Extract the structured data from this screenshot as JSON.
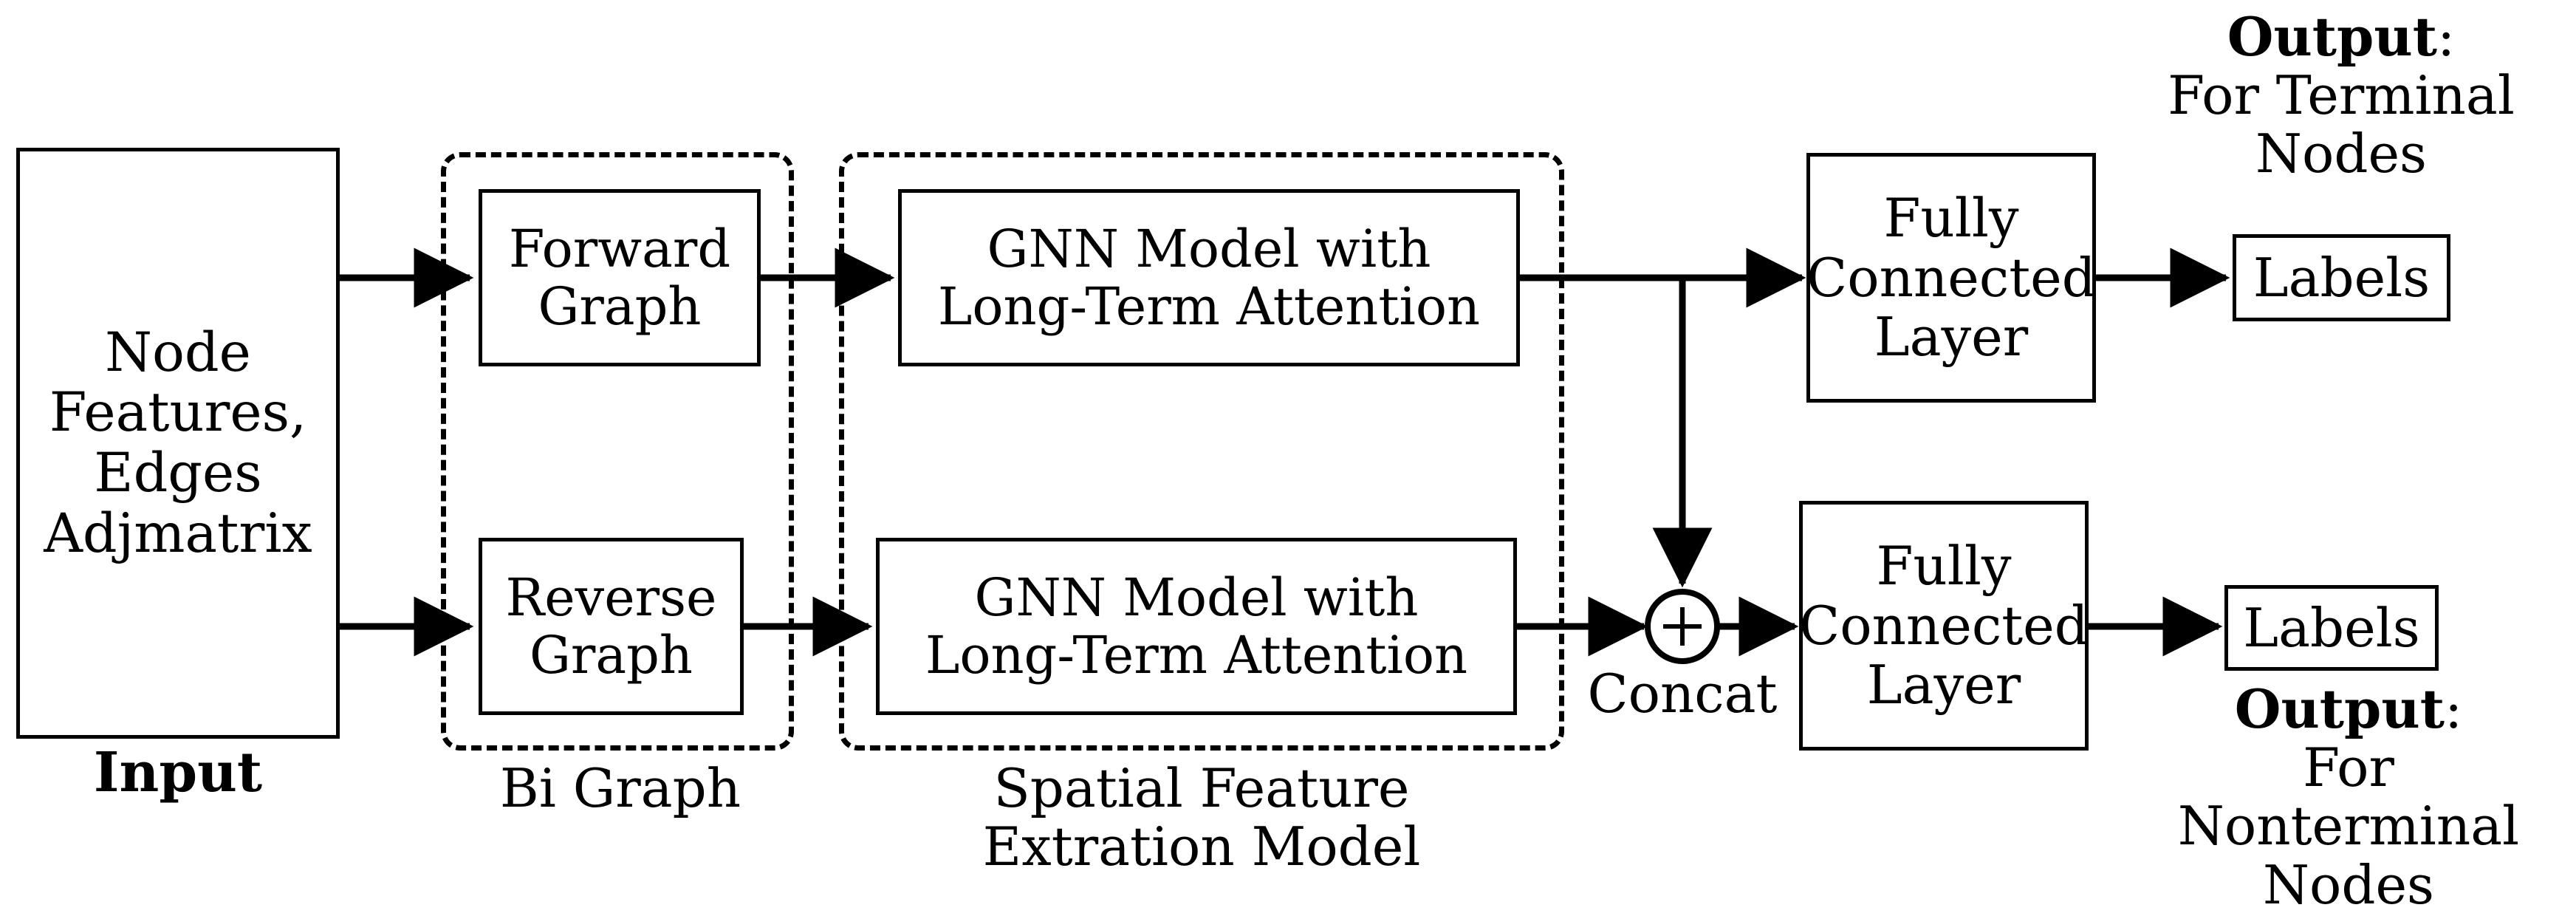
{
  "diagram": {
    "title": "Bidirectional GNN spatial feature extraction pipeline",
    "colors": {
      "stroke": "#000000",
      "background": "#ffffff"
    }
  },
  "input": {
    "box_text": "Node\nFeatures,\nEdges\nAdjmatrix",
    "caption": "Input"
  },
  "bi_graph": {
    "caption": "Bi Graph",
    "forward_box": "Forward\nGraph",
    "reverse_box": "Reverse\nGraph"
  },
  "spatial": {
    "caption": "Spatial Feature\nExtration Model",
    "top_box": "GNN Model with\nLong-Term Attention",
    "bottom_box": "GNN Model with\nLong-Term Attention"
  },
  "concat": {
    "symbol": "+",
    "caption": "Concat"
  },
  "heads": {
    "top_fc": "Fully\nConnected\nLayer",
    "bottom_fc": "Fully\nConnected\nLayer",
    "top_labels": "Labels",
    "bottom_labels": "Labels"
  },
  "outputs": {
    "top": {
      "prefix": "Output",
      "colon": ":",
      "detail": "For Terminal\nNodes"
    },
    "bottom": {
      "prefix": "Output",
      "colon": ":",
      "detail": "For Nonterminal\nNodes"
    }
  }
}
